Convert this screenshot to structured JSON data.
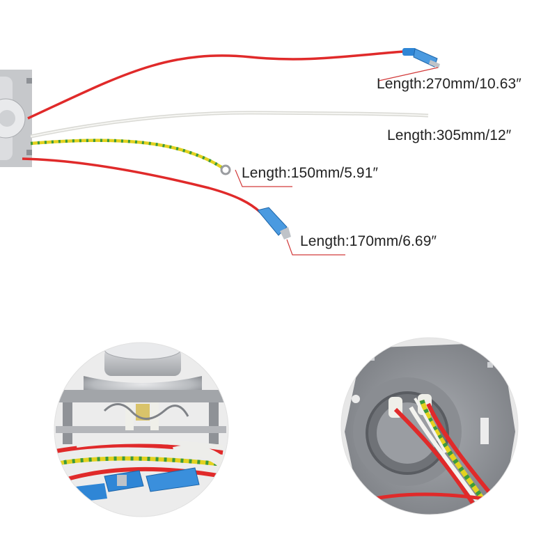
{
  "labels": [
    {
      "text": "Length:270mm/10.63″",
      "wire": "red"
    },
    {
      "text": "Length:305mm/12″",
      "wire": "white"
    },
    {
      "text": "Length:150mm/5.91″",
      "wire": "yellow-green"
    },
    {
      "text": "Length:170mm/6.69″",
      "wire": "red"
    }
  ],
  "colors": {
    "wire_red": "#e02a2a",
    "wire_white": "#e8e8e4",
    "wire_yellow": "#e3d21f",
    "wire_green": "#3c9a3c",
    "terminal_blue": "#2f86d6",
    "leader_line": "#d23a3a",
    "metal": "#b9bcc0",
    "photo_bg": "#e9e9e9"
  }
}
